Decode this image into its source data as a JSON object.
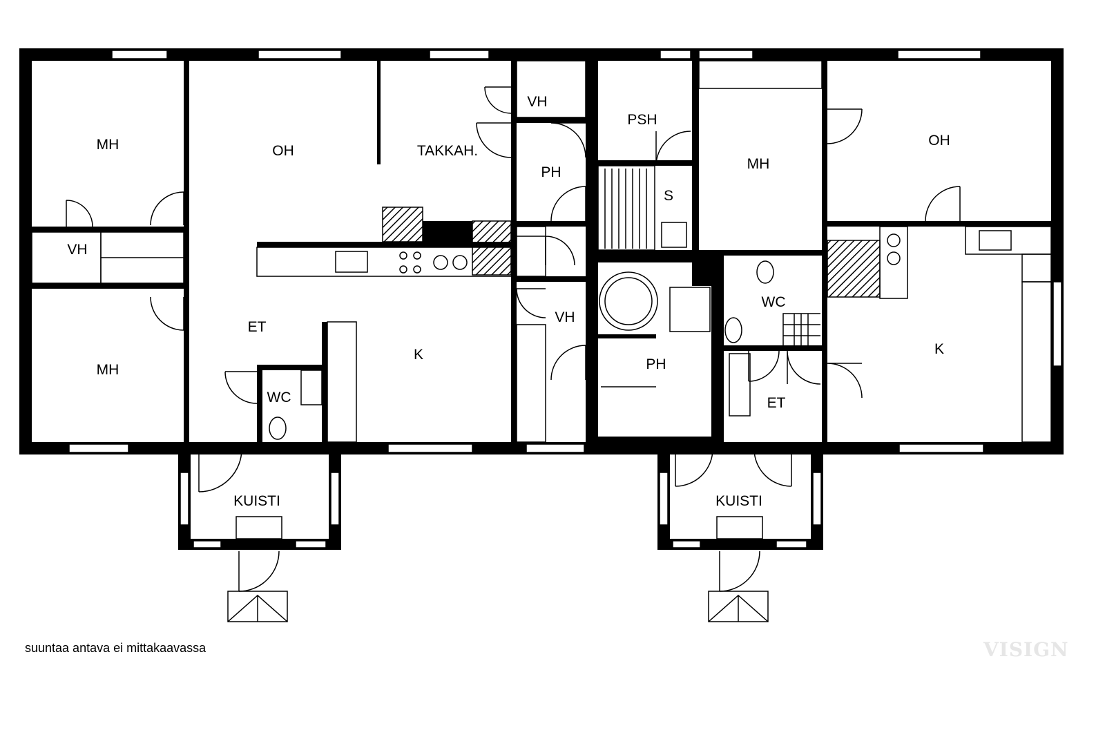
{
  "rooms": [
    {
      "text": "MH"
    },
    {
      "text": "OH"
    },
    {
      "text": "TAKKAH."
    },
    {
      "text": "VH"
    },
    {
      "text": "PSH"
    },
    {
      "text": "PH"
    },
    {
      "text": "S"
    },
    {
      "text": "MH"
    },
    {
      "text": "OH"
    },
    {
      "text": "VH"
    },
    {
      "text": "ET"
    },
    {
      "text": "MH"
    },
    {
      "text": "WC"
    },
    {
      "text": "K"
    },
    {
      "text": "VH"
    },
    {
      "text": "PH"
    },
    {
      "text": "WC"
    },
    {
      "text": "ET"
    },
    {
      "text": "K"
    },
    {
      "text": "KUISTI"
    },
    {
      "text": "KUISTI"
    }
  ],
  "note": "suuntaa antava ei mittakaavassa",
  "watermark": "VISIGN"
}
